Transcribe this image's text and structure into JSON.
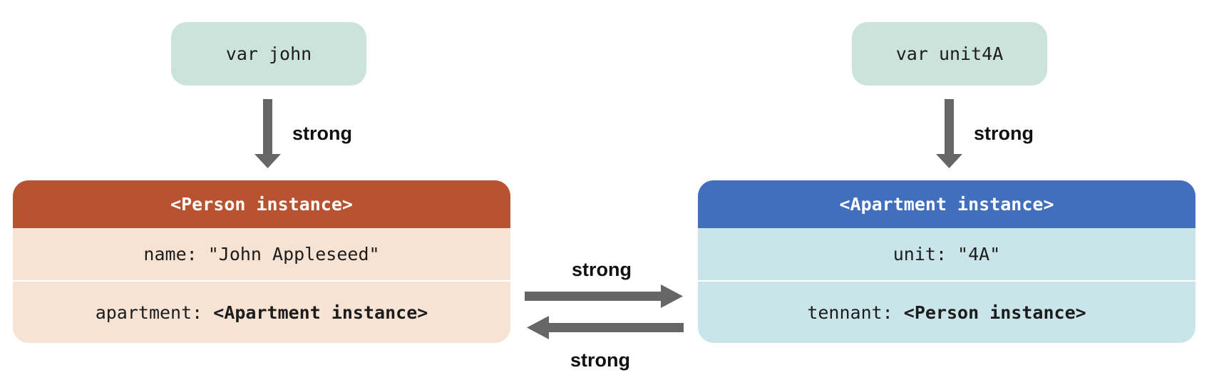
{
  "left": {
    "variable": "var john",
    "reference_label": "strong",
    "instance": {
      "title": "<Person instance>",
      "row1": "name: \"John Appleseed\"",
      "row2_key": "apartment: ",
      "row2_value": "<Apartment instance>"
    }
  },
  "right": {
    "variable": "var unit4A",
    "reference_label": "strong",
    "instance": {
      "title": "<Apartment instance>",
      "row1": "unit: \"4A\"",
      "row2_key": "tennant: ",
      "row2_value": "<Person instance>"
    }
  },
  "links": {
    "top_label": "strong",
    "bottom_label": "strong"
  },
  "colors": {
    "variable_box": "#cce3dc",
    "person_header": "#b75330",
    "person_body": "#f7e3d4",
    "apartment_header": "#416fbd",
    "apartment_body": "#c9e5e9",
    "arrow": "#666666"
  }
}
